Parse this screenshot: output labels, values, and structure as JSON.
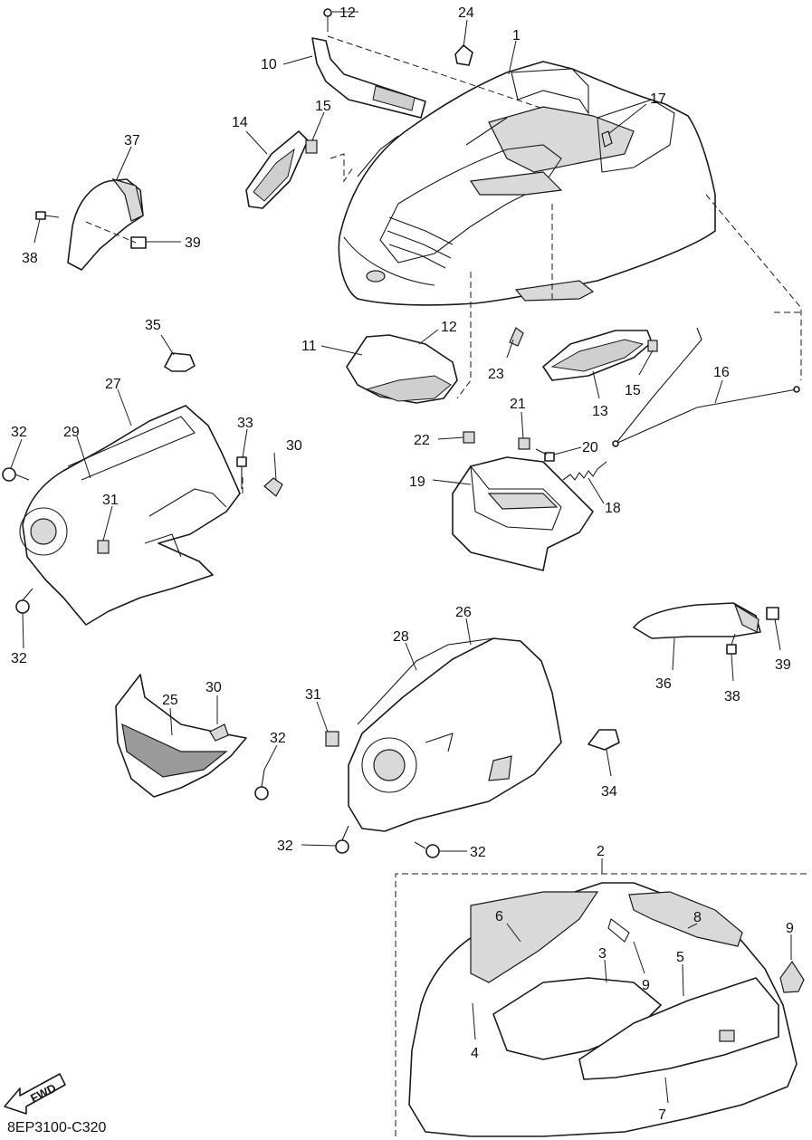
{
  "diagram": {
    "code": "8EP3100-C320",
    "fwd_label": "FWD",
    "callouts": [
      {
        "id": "c1",
        "label": "1"
      },
      {
        "id": "c2",
        "label": "2"
      },
      {
        "id": "c3",
        "label": "3"
      },
      {
        "id": "c4",
        "label": "4"
      },
      {
        "id": "c5",
        "label": "5"
      },
      {
        "id": "c6",
        "label": "6"
      },
      {
        "id": "c7",
        "label": "7"
      },
      {
        "id": "c8",
        "label": "8"
      },
      {
        "id": "c9a",
        "label": "9"
      },
      {
        "id": "c9b",
        "label": "9"
      },
      {
        "id": "c10",
        "label": "10"
      },
      {
        "id": "c11",
        "label": "11"
      },
      {
        "id": "c12a",
        "label": "12"
      },
      {
        "id": "c12b",
        "label": "12"
      },
      {
        "id": "c13",
        "label": "13"
      },
      {
        "id": "c14",
        "label": "14"
      },
      {
        "id": "c15a",
        "label": "15"
      },
      {
        "id": "c15b",
        "label": "15"
      },
      {
        "id": "c16",
        "label": "16"
      },
      {
        "id": "c17",
        "label": "17"
      },
      {
        "id": "c18",
        "label": "18"
      },
      {
        "id": "c19",
        "label": "19"
      },
      {
        "id": "c20",
        "label": "20"
      },
      {
        "id": "c21",
        "label": "21"
      },
      {
        "id": "c22",
        "label": "22"
      },
      {
        "id": "c23",
        "label": "23"
      },
      {
        "id": "c24",
        "label": "24"
      },
      {
        "id": "c25",
        "label": "25"
      },
      {
        "id": "c26",
        "label": "26"
      },
      {
        "id": "c27",
        "label": "27"
      },
      {
        "id": "c28",
        "label": "28"
      },
      {
        "id": "c29",
        "label": "29"
      },
      {
        "id": "c30a",
        "label": "30"
      },
      {
        "id": "c30b",
        "label": "30"
      },
      {
        "id": "c31a",
        "label": "31"
      },
      {
        "id": "c31b",
        "label": "31"
      },
      {
        "id": "c32a",
        "label": "32"
      },
      {
        "id": "c32b",
        "label": "32"
      },
      {
        "id": "c32c",
        "label": "32"
      },
      {
        "id": "c32d",
        "label": "32"
      },
      {
        "id": "c32e",
        "label": "32"
      },
      {
        "id": "c33",
        "label": "33"
      },
      {
        "id": "c34",
        "label": "34"
      },
      {
        "id": "c35",
        "label": "35"
      },
      {
        "id": "c36",
        "label": "36"
      },
      {
        "id": "c37",
        "label": "37"
      },
      {
        "id": "c38a",
        "label": "38"
      },
      {
        "id": "c38b",
        "label": "38"
      },
      {
        "id": "c39a",
        "label": "39"
      },
      {
        "id": "c39b",
        "label": "39"
      }
    ]
  }
}
